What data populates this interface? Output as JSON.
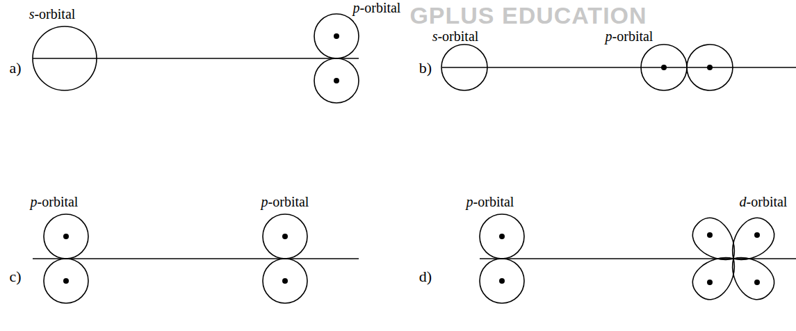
{
  "diagram": {
    "labels": [
      "a)",
      "s-orbital",
      "p-orbital",
      "b)",
      "s-orbital",
      "p-orbital",
      "c)",
      "p-orbital",
      "p-orbital",
      "d)",
      "p-orbital",
      "d-orbital",
      "GPLUS EDUCATION"
    ]
  }
}
